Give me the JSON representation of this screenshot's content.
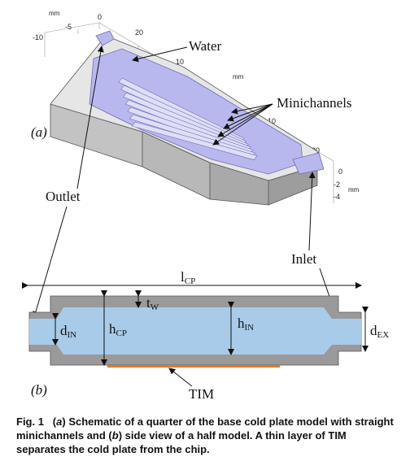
{
  "panel_a": {
    "label": "(a)",
    "axis_unit": "mm",
    "x_ticks": [
      "-10",
      "-5",
      "0"
    ],
    "z_ticks": [
      "20",
      "10",
      "-10",
      "-20"
    ],
    "y_ticks": [
      "0",
      "-2",
      "-4"
    ],
    "labels": {
      "water": "Water",
      "minichannels": "Minichannels",
      "outlet": "Outlet",
      "inlet": "Inlet"
    }
  },
  "panel_b": {
    "label": "(b)",
    "dims": {
      "l": "l",
      "l_sub": "CP",
      "t": "t",
      "t_sub": "W",
      "d_in": "d",
      "d_in_sub": "IN",
      "h_cp": "h",
      "h_cp_sub": "CP",
      "h_in": "h",
      "h_in_sub": "IN",
      "d_ex": "d",
      "d_ex_sub": "EX"
    },
    "tim_label": "TIM"
  },
  "caption": {
    "fig": "Fig. 1",
    "a_open": "(",
    "a": "a",
    "a_close": ")",
    "text1": " Schematic of a quarter of the base cold plate model with straight minichannels and ",
    "b_open": "(",
    "b": "b",
    "b_close": ")",
    "text2": " side view of a half model. A thin layer of TIM separates the cold plate from the chip."
  },
  "colors": {
    "metal_top": "#e8e8e8",
    "metal_side": "#c9c9c9",
    "metal_front": "#b3b3b3",
    "water_3d": "#b9b8ee",
    "plate_gray": "#9a9a9a",
    "water_2d": "#a8cbe9",
    "tim": "#e07a2a"
  }
}
